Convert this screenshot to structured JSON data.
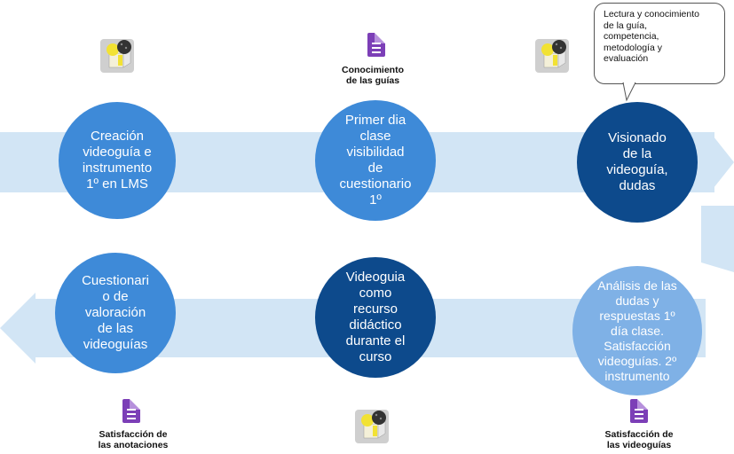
{
  "nodes": {
    "top_1": "Creación\nvideoguía e\ninstrumento\n1º en LMS",
    "top_2": "Primer dia\nclase\nvisibilidad\nde\ncuestionario\n1º",
    "top_3": "Visionado\nde la\nvideoguía,\ndudas",
    "bottom_1": "Cuestionari\no de\nvaloración\nde las\nvideoguías",
    "bottom_2": "Videoguia\ncomo\nrecurso\ndidáctico\ndurante el\ncurso",
    "bottom_3": "Análisis de las\ndudas y\nrespuestas 1º\ndía clase.\nSatisfacción\nvideoguías. 2º\ninstrumento"
  },
  "captions": {
    "top_middle": "Conocimiento\nde las guías",
    "bottom_left": "Satisfacción de\nlas anotaciones",
    "bottom_right": "Satisfacción  de\nlas videoguías"
  },
  "callout": "Lectura y conocimiento\nde la guía,\ncompetencia,\nmetodología y\nevaluación",
  "icons": {
    "brain": "brain-cube-icon",
    "form": "google-forms-icon"
  },
  "colors": {
    "band": "#d2e5f5",
    "circle_light": "#3e8ad8",
    "circle_dark": "#0d4a8c",
    "circle_pale": "#7fb1e6",
    "form_icon": "#7c3fb7"
  }
}
